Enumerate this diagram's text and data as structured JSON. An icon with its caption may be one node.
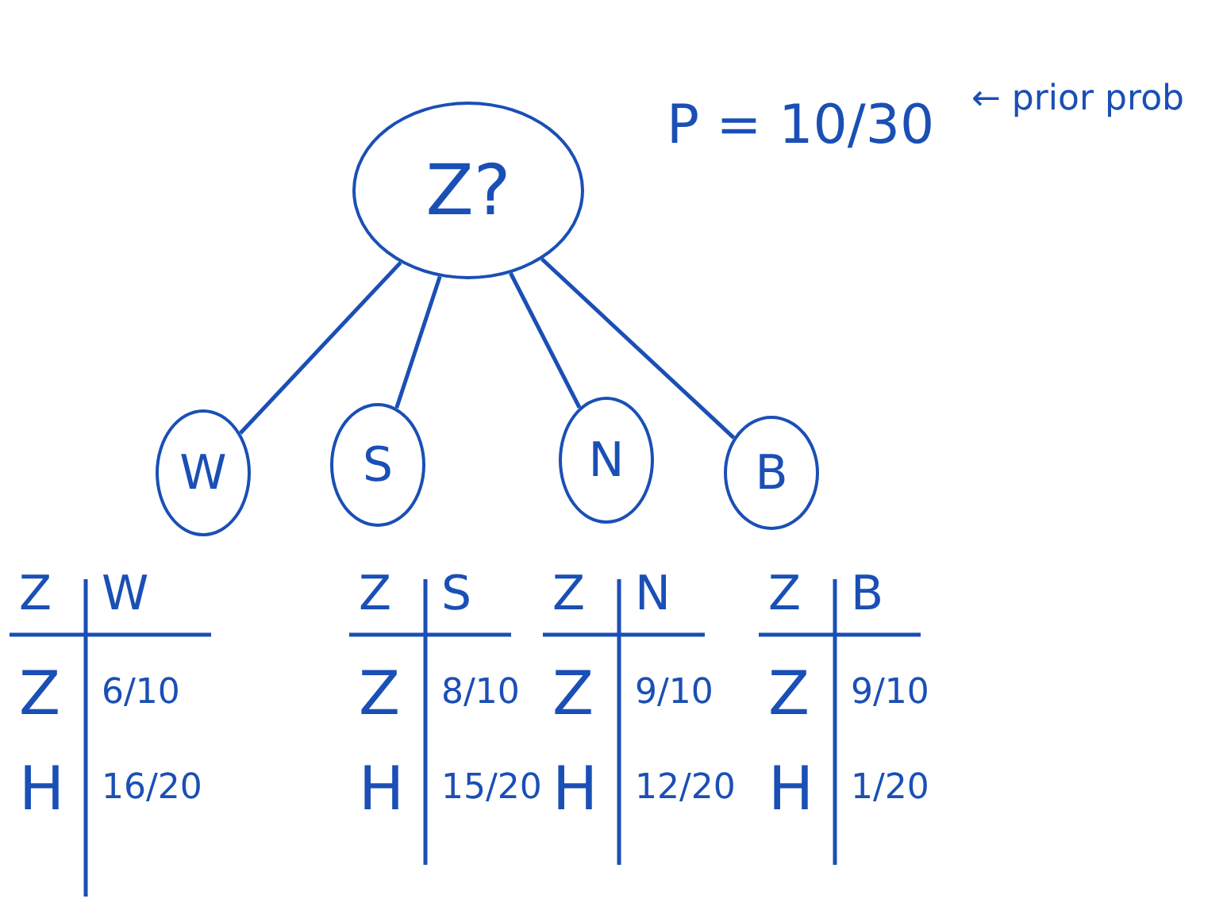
{
  "diagram": {
    "nodes": [
      {
        "text": [
          "Z?"
        ]
      },
      {
        "text": [
          "W"
        ]
      },
      {
        "text": [
          "S"
        ]
      },
      {
        "text": [
          "N"
        ]
      },
      {
        "text": [
          "B"
        ]
      }
    ],
    "edges": [
      {
        "from": 0,
        "to": 1,
        "arrow": "none"
      },
      {
        "from": 0,
        "to": 2,
        "arrow": "none"
      },
      {
        "from": 0,
        "to": 3,
        "arrow": "none"
      },
      {
        "from": 0,
        "to": 4,
        "arrow": "none"
      }
    ],
    "labels": [
      "P = 10/30",
      "← prior prob",
      "Z",
      "W",
      "Z",
      "6/10",
      "H",
      "16/20",
      "Z",
      "S",
      "Z",
      "8/10",
      "H",
      "15/20",
      "Z",
      "N",
      "Z",
      "9/10",
      "H",
      "12/20",
      "Z",
      "B",
      "Z",
      "9/10",
      "H",
      "1/20"
    ]
  }
}
